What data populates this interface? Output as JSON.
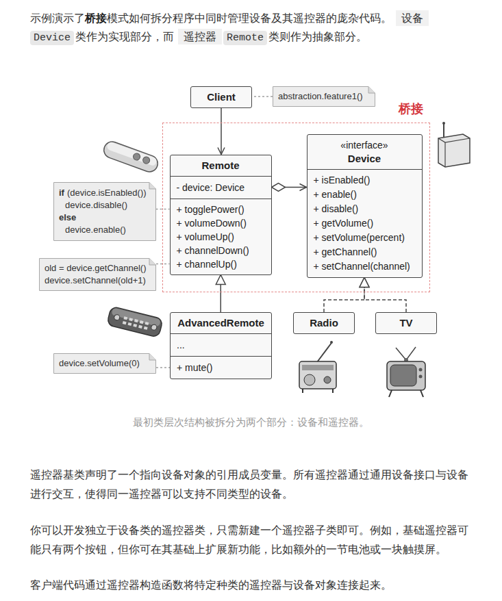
{
  "diagram": {
    "caption": "最初类层次结构被拆分为两个部分：设备和遥控器。",
    "nodes": [
      {
        "text": [
          "Client"
        ]
      },
      {
        "text": [
          "abstraction.feature1()"
        ]
      },
      {
        "text": [
          "桥接"
        ]
      },
      {
        "text": [
          "Remote",
          "- device: Device",
          "+ togglePower()",
          "+ volumeDown()",
          "+ volumeUp()",
          "+ channelDown()",
          "+ channelUp()"
        ],
        "in": 2
      },
      {
        "text": [
          "«interface»",
          "Device",
          "+ isEnabled()",
          "+ enable()",
          "+ disable()",
          "+ getVolume()",
          "+ setVolume(percent)",
          "+ getChannel()",
          "+ setChannel(channel)"
        ],
        "in": 2
      },
      {
        "text": [
          "if",
          "(device.isEnabled())",
          "device.disable()",
          "else",
          "device.enable()"
        ]
      },
      {
        "text": [
          "old = device.getChannel()",
          "device.setChannel(old+1)"
        ]
      },
      {
        "text": [
          "AdvancedRemote",
          "...",
          "+ mute()"
        ]
      },
      {
        "text": [
          "device.setVolume(0)"
        ]
      },
      {
        "text": [
          "Radio"
        ]
      },
      {
        "text": [
          "TV"
        ]
      }
    ],
    "edges": [
      {
        "from": 0,
        "to": 3,
        "arrow": "to"
      },
      {
        "from": 1,
        "to": 0,
        "arrow": "none"
      },
      {
        "from": 3,
        "to": 4,
        "arrow": "to"
      },
      {
        "from": 5,
        "to": 3,
        "arrow": "none"
      },
      {
        "from": 6,
        "to": 3,
        "arrow": "none"
      },
      {
        "from": 7,
        "to": 3,
        "arrow": "to"
      },
      {
        "from": 8,
        "to": 7,
        "arrow": "none"
      },
      {
        "from": 9,
        "to": 4,
        "arrow": "to"
      },
      {
        "from": 10,
        "to": 4,
        "arrow": "to"
      }
    ],
    "labels": [
      "示例演示了",
      "桥接",
      "模式如何拆分程序中同时管理设备及其遥控器的庞杂代码。",
      "设备",
      "Device",
      "类作为实现部分，而",
      "遥控器",
      "Remote",
      "类则作为抽象部分。",
      "遥控器基类声明了一个指向设备对象的引用成员变量。所有遥控器通过通用设备接口与设备进行交互，使得同一遥控器可以支持不同类型的设备。",
      "你可以开发独立于设备类的遥控器类，只需新建一个遥控器子类即可。例如，基础遥控器可能只有两个按钮，但你可在其基础上扩展新功能，比如额外的一节电池或一块触摸屏。",
      "客户端代码通过遥控器构造函数将特定种类的遥控器与设备对象连接起来。"
    ]
  }
}
